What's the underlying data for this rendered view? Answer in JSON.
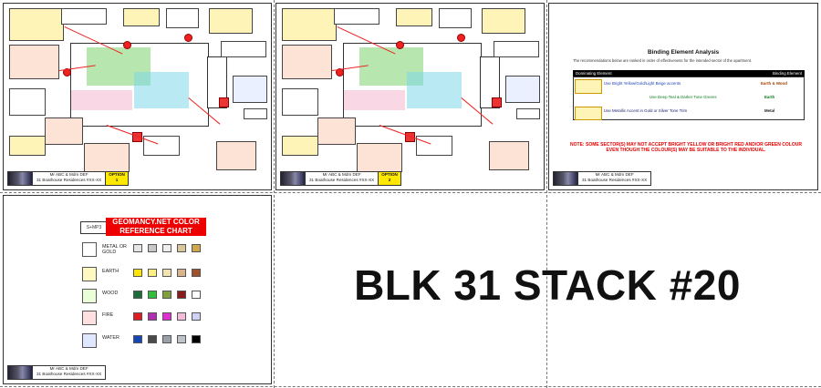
{
  "title_block": {
    "client": "Mr ABC & Mdm DEF",
    "address": "31 Boathouse Residences #XX-XX",
    "option_label": "OPTION",
    "option_numbers": [
      "1",
      "2"
    ]
  },
  "analysis": {
    "title": "Binding Element Analysis",
    "description": "The recommendations below are ranked in order of effectiveness for the intended sector of the apartment.",
    "columns": [
      "Dominating Element",
      "Binding Element"
    ],
    "rows": [
      {
        "text": "Use Bright Yellow/Gold/Light Beige accents",
        "binding": "Earth & Wood"
      },
      {
        "text": "Use Deep Teal & Darker Tone Greens",
        "binding": "Earth"
      },
      {
        "text": "Use Metallic Accent in Gold or Silver Tone Trim",
        "binding": "Metal"
      }
    ],
    "note": "NOTE: SOME SECTOR(S) MAY NOT ACCEPT BRIGHT YELLOW OR BRIGHT RED AND/OR GREEN COLOUR EVEN THOUGH THE COLOUR(S) MAY BE SUITABLE TO THE INDIVIDUAL."
  },
  "color_chart": {
    "heading": "GEOMANCY.NET COLOR REFERENCE CHART",
    "elements": [
      {
        "name": "METAL OR GOLD",
        "colors": [
          "#e6e6e6",
          "#c8c8c8",
          "#eeeeee",
          "#d8c79a",
          "#cfa84a"
        ]
      },
      {
        "name": "EARTH",
        "colors": [
          "#ffe600",
          "#ffef80",
          "#f2e3b0",
          "#d9b38c",
          "#a0522d"
        ]
      },
      {
        "name": "WOOD",
        "colors": [
          "#1b6e3a",
          "#2fbf3a",
          "#7fa03c",
          "#8b1a1a",
          "#ffffff"
        ]
      },
      {
        "name": "FIRE",
        "colors": [
          "#e11b22",
          "#b22fb2",
          "#e02fd0",
          "#f3bcd8",
          "#cfd3f5"
        ]
      },
      {
        "name": "WATER",
        "colors": [
          "#1546b5",
          "#4a4a4a",
          "#9aa0a8",
          "#bfc4ca",
          "#000000"
        ]
      }
    ]
  },
  "stack_title": "BLK 31 STACK #20"
}
